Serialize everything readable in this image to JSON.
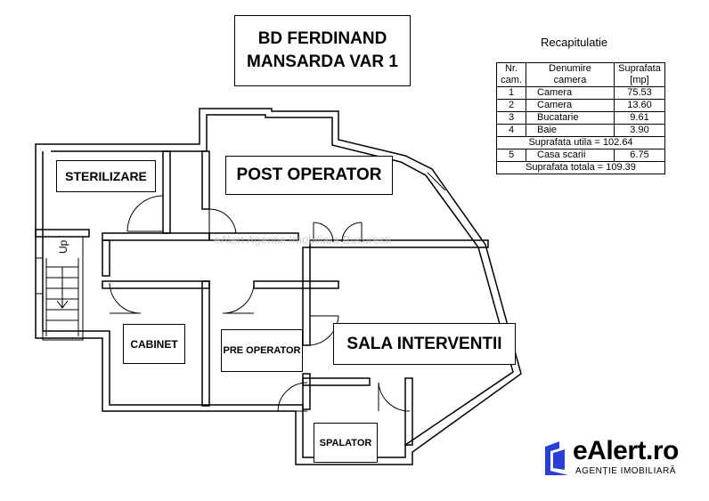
{
  "title": {
    "line1": "BD FERDINAND",
    "line2": "MANSARDA VAR 1"
  },
  "recap": {
    "title": "Recapitulatie",
    "headers": {
      "nr": "Nr.\ncam.",
      "name": "Denumire\ncamera",
      "area": "Suprafata\n[mp]"
    },
    "rows": [
      {
        "nr": "1",
        "name": "Camera",
        "area": "75.53"
      },
      {
        "nr": "2",
        "name": "Camera",
        "area": "13.60"
      },
      {
        "nr": "3",
        "name": "Bucatarie",
        "area": "9.61"
      },
      {
        "nr": "4",
        "name": "Baie",
        "area": "3.90"
      }
    ],
    "utila": "Suprafata utila = 102.64",
    "extra": {
      "nr": "5",
      "name": "Casa scarii",
      "area": "6.75"
    },
    "totala": "Suprafata totala = 109.39"
  },
  "rooms": {
    "sterilizare": "STERILIZARE",
    "post_operator": "POST OPERATOR",
    "cabinet": "CABINET",
    "pre_operator": "PRE OPERATOR",
    "sala_interventii": "SALA INTERVENTII",
    "spalator": "SPALATOR"
  },
  "stair_label": "Up",
  "watermark": "eAlert Agentie Imobiliara Bucuresti",
  "logo": {
    "name": "eAlert.ro",
    "tagline": "AGENȚIE IMOBILIARĂ",
    "color": "#2a3fd6"
  }
}
